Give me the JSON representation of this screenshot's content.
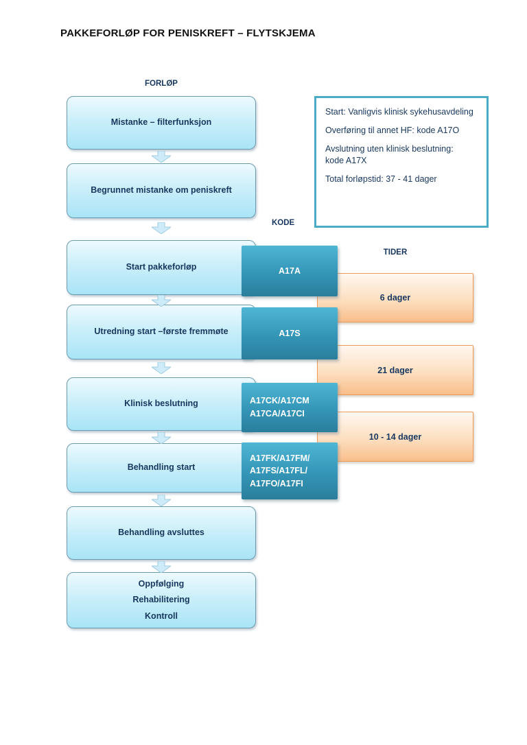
{
  "title": "PAKKEFORLØP FOR PENISKREFT – FLYTSKJEMA",
  "column_labels": {
    "flow": "FORLØP",
    "code": "KODE",
    "times": "TIDER"
  },
  "info_box": {
    "lines": [
      "Start: Vanligvis klinisk sykehusavdeling",
      "Overføring til annet HF: kode A17O",
      "Avslutning uten klinisk beslutning:\nkode A17X",
      "Total forløpstid: 37 - 41 dager"
    ]
  },
  "flow_steps": [
    {
      "label": "Mistanke – filterfunksjon"
    },
    {
      "label": "Begrunnet mistanke om peniskreft"
    },
    {
      "label": "Start pakkeforløp"
    },
    {
      "label": "Utredning start –første fremmøte"
    },
    {
      "label": "Klinisk beslutning"
    },
    {
      "label": "Behandling start"
    },
    {
      "label": "Behandling avsluttes"
    },
    {
      "label": "Oppfølging\nRehabilitering\nKontroll"
    }
  ],
  "code_boxes": [
    {
      "text": "A17A"
    },
    {
      "text": "A17S"
    },
    {
      "text": "A17CK/A17CM\nA17CA/A17CI"
    },
    {
      "text": "A17FK/A17FM/\nA17FS/A17FL/\nA17FO/A17FI"
    }
  ],
  "time_boxes": [
    {
      "text": "6 dager"
    },
    {
      "text": "21 dager"
    },
    {
      "text": "10 - 14 dager"
    }
  ],
  "colors": {
    "info_border": "#4BACC6",
    "navy_text": "#17375E",
    "blue_box_top": "#EDFAFE",
    "blue_box_bottom": "#A9E4F6",
    "teal_box_top": "#4FB6D4",
    "teal_box_bottom": "#2A7E9C",
    "orange_box_top": "#FEF7F0",
    "orange_box_bottom": "#F9BE8B",
    "orange_border": "#ED9A55",
    "arrow_fill": "#CDEBF9"
  }
}
